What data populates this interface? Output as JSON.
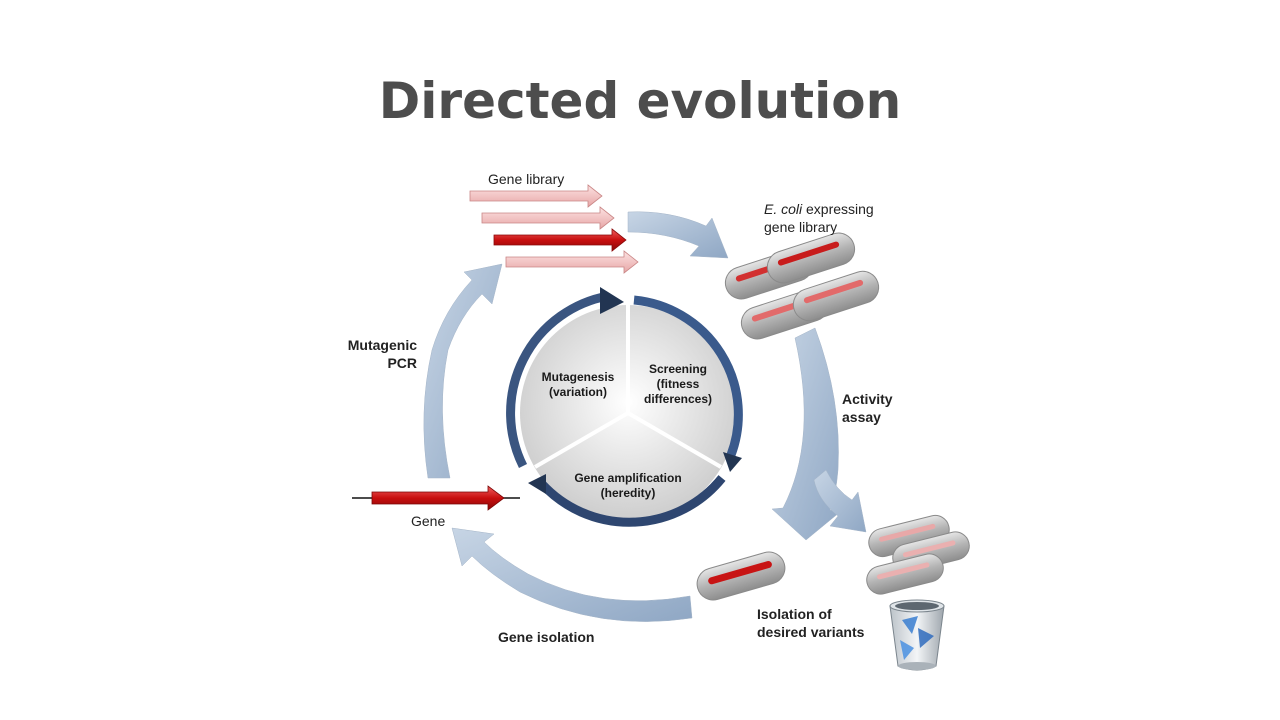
{
  "slide": {
    "title": "Directed evolution"
  },
  "labels": {
    "gene_library": "Gene library",
    "ecoli_italic": "E. coli",
    "ecoli_rest": " expressing",
    "ecoli_line2": "gene library",
    "mutagenic_line1": "Mutagenic",
    "mutagenic_line2": "PCR",
    "activity_line1": "Activity",
    "activity_line2": "assay",
    "gene": "Gene",
    "gene_isolation": "Gene isolation",
    "isolation_line1": "Isolation of",
    "isolation_line2": "desired variants"
  },
  "cycle": {
    "mutagenesis_line1": "Mutagenesis",
    "mutagenesis_line2": "(variation)",
    "screening_line1": "Screening",
    "screening_line2": "(fitness",
    "screening_line3": "differences)",
    "amplification_line1": "Gene amplification",
    "amplification_line2": "(heredity)"
  },
  "colors": {
    "title": "#4d4d4d",
    "gene_red": "#cc1010",
    "gene_pink": "#f2b4b4",
    "flow_arrow": "#a9bcd3",
    "cycle_arrow_dark": "#2c3e5c",
    "cycle_arrow_mid": "#3f5f8f"
  },
  "icons": {
    "ecoli_cells": "bacteria-capsule-icon",
    "trash": "recycle-bin-icon"
  }
}
